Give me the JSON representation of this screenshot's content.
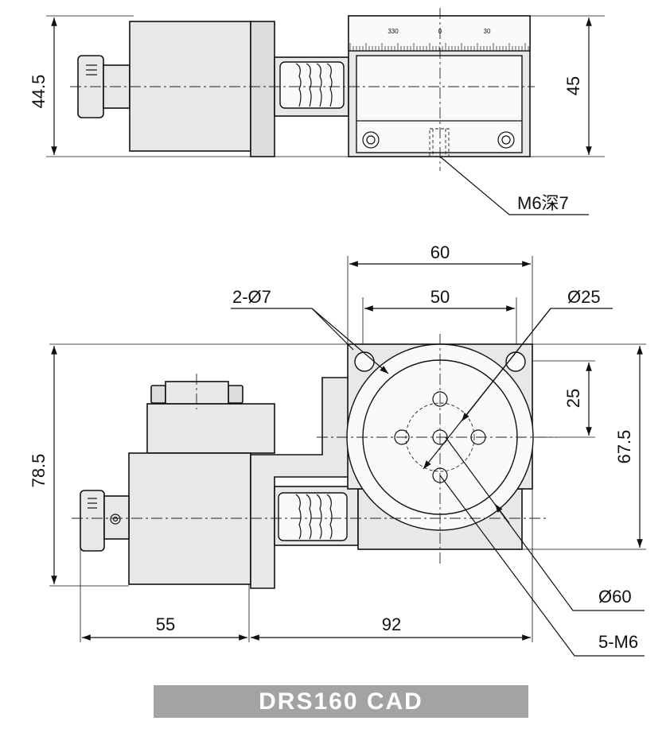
{
  "drawing": {
    "side_view": {
      "height_left": "44.5",
      "height_right": "45",
      "thread_callout": "M6深7",
      "scale_labels": [
        "330",
        "0",
        "30"
      ]
    },
    "top_view": {
      "width_outer": "60",
      "width_inner": "50",
      "hole_callout": "2-Ø7",
      "bore_callout": "Ø25",
      "offset_25": "25",
      "height_675": "67.5",
      "height_785": "78.5",
      "length_55": "55",
      "length_92": "92",
      "table_diameter": "Ø60",
      "tapped_holes": "5-M6"
    }
  },
  "banner": {
    "title": "DRS160 CAD"
  },
  "colors": {
    "body_fill": "#e8e8e8",
    "banner_bg": "#a3a3a3",
    "banner_text": "#ffffff"
  }
}
